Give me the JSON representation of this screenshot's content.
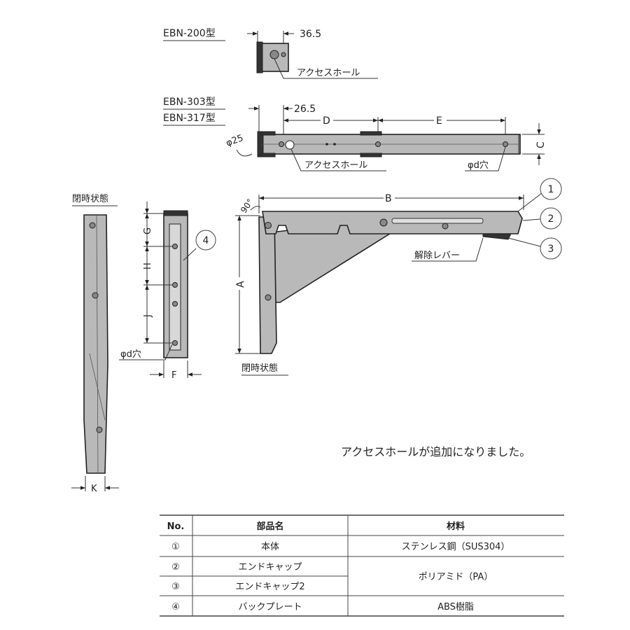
{
  "models": {
    "ebn200": "EBN-200型",
    "ebn303": "EBN-303型",
    "ebn317": "EBN-317型"
  },
  "dimensions": {
    "d36_5": "36.5",
    "d26_5": "26.5",
    "D": "D",
    "E": "E",
    "C": "C",
    "phi25": "φ25",
    "B": "B",
    "A": "A",
    "angle": "90°",
    "G": "G",
    "H": "H",
    "J": "J",
    "F": "F",
    "K": "K"
  },
  "labels": {
    "access_hole_1": "アクセスホール",
    "access_hole_2": "アクセスホール",
    "phi_d_hole_1": "φd穴",
    "phi_d_hole_2": "φd穴",
    "closed_state_1": "閉時状態",
    "closed_state_2": "閉時状態",
    "release_lever": "解除レバー"
  },
  "callouts": [
    "1",
    "2",
    "3",
    "4"
  ],
  "note": "アクセスホールが追加になりました。",
  "parts_table": {
    "headers": [
      "No.",
      "部品名",
      "材料"
    ],
    "rows": [
      {
        "no": "①",
        "name": "本体",
        "material": "ステンレス鋼（SUS304）"
      },
      {
        "no": "②",
        "name": "エンドキャップ",
        "material": "ポリアミド（PA）"
      },
      {
        "no": "③",
        "name": "エンドキャップ2",
        "material": ""
      },
      {
        "no": "④",
        "name": "バックプレート",
        "material": "ABS樹脂"
      }
    ]
  }
}
